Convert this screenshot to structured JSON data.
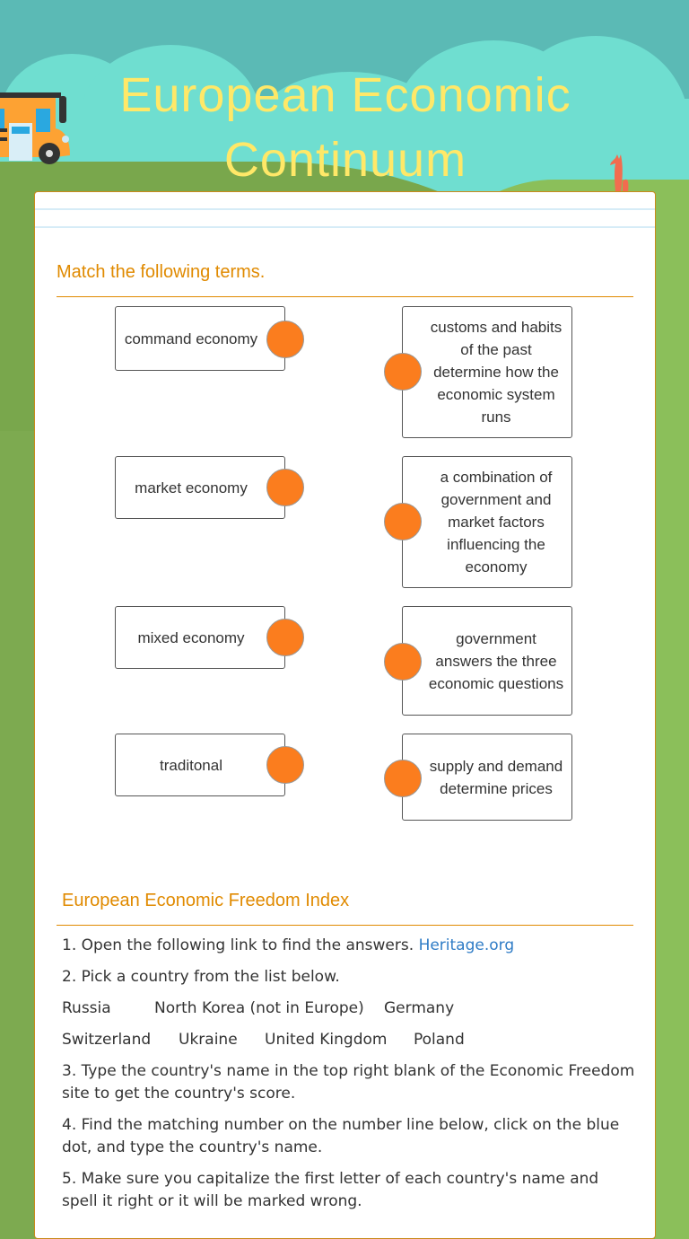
{
  "header": {
    "title": "European Economic Continuum"
  },
  "colors": {
    "accent": "#e08a00",
    "dot": "#fb7d1e",
    "link": "#2f7cc6",
    "title": "#ffe868"
  },
  "match": {
    "heading": "Match the following terms.",
    "left": [
      "command economy",
      "market economy",
      "mixed economy",
      "traditonal"
    ],
    "right": [
      "customs and habits of the past determine how the economic system runs",
      "a combination of government and market factors influencing the economy",
      "government answers the three economic questions",
      "supply and demand determine prices"
    ]
  },
  "index": {
    "heading": "European Economic Freedom Index",
    "step1": "1. Open the following link to find the answers.",
    "link": "Heritage.org",
    "step2": "2. Pick a country from the list below.",
    "countries": [
      "Russia",
      "North Korea (not in Europe)",
      "Germany",
      "Switzerland",
      "Ukraine",
      "United Kingdom",
      "Poland"
    ],
    "step3": "3. Type the country's name in the top right blank of the Economic Freedom site to get the country's score.",
    "step4": "4. Find the matching number on the number line below, click on the blue dot, and type the country's name.",
    "step5": "5. Make sure you capitalize the first letter of each country's name and spell it right or it will be marked wrong."
  }
}
